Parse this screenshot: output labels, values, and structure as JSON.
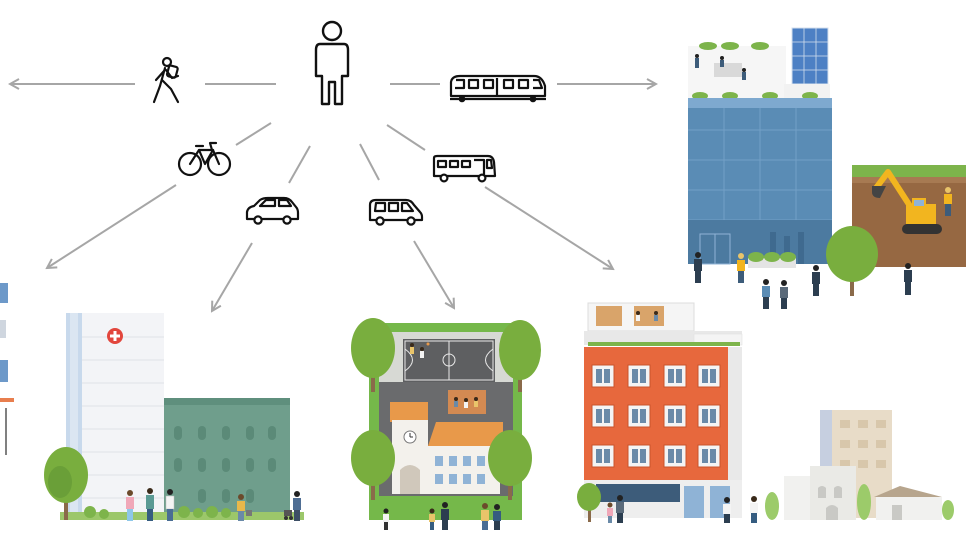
{
  "modes": [
    {
      "id": "walk",
      "icon": "pedestrian-icon"
    },
    {
      "id": "bike",
      "icon": "bicycle-icon"
    },
    {
      "id": "car",
      "icon": "car-icon"
    },
    {
      "id": "van",
      "icon": "van-icon"
    },
    {
      "id": "bus",
      "icon": "bus-icon"
    },
    {
      "id": "train",
      "icon": "train-icon"
    }
  ],
  "origin_icon": "person-icon",
  "destinations": [
    {
      "id": "hospital",
      "icon": "hospital-cross-icon"
    },
    {
      "id": "school",
      "icon": "school-clock-icon"
    },
    {
      "id": "apartments"
    },
    {
      "id": "office-construction",
      "icon": "excavator-icon"
    }
  ],
  "colors": {
    "arrow": "#a6a6a6",
    "icon_stroke": "#111111",
    "tree": "#79ae3e",
    "tree_dark": "#5c9031",
    "trunk": "#8a6a4a",
    "hospital_wall": "#f3f4f7",
    "hospital_side": "#c8d9ec",
    "hospital_cross": "#e2463d",
    "green_building": "#6f9e8c",
    "grass": "#75b84a",
    "court": "#5e5f61",
    "school_roof": "#e8994a",
    "apartment": "#e7683d",
    "glass": "#5a8cb5",
    "soil": "#8b5f3c",
    "excavator": "#f2b51f"
  }
}
